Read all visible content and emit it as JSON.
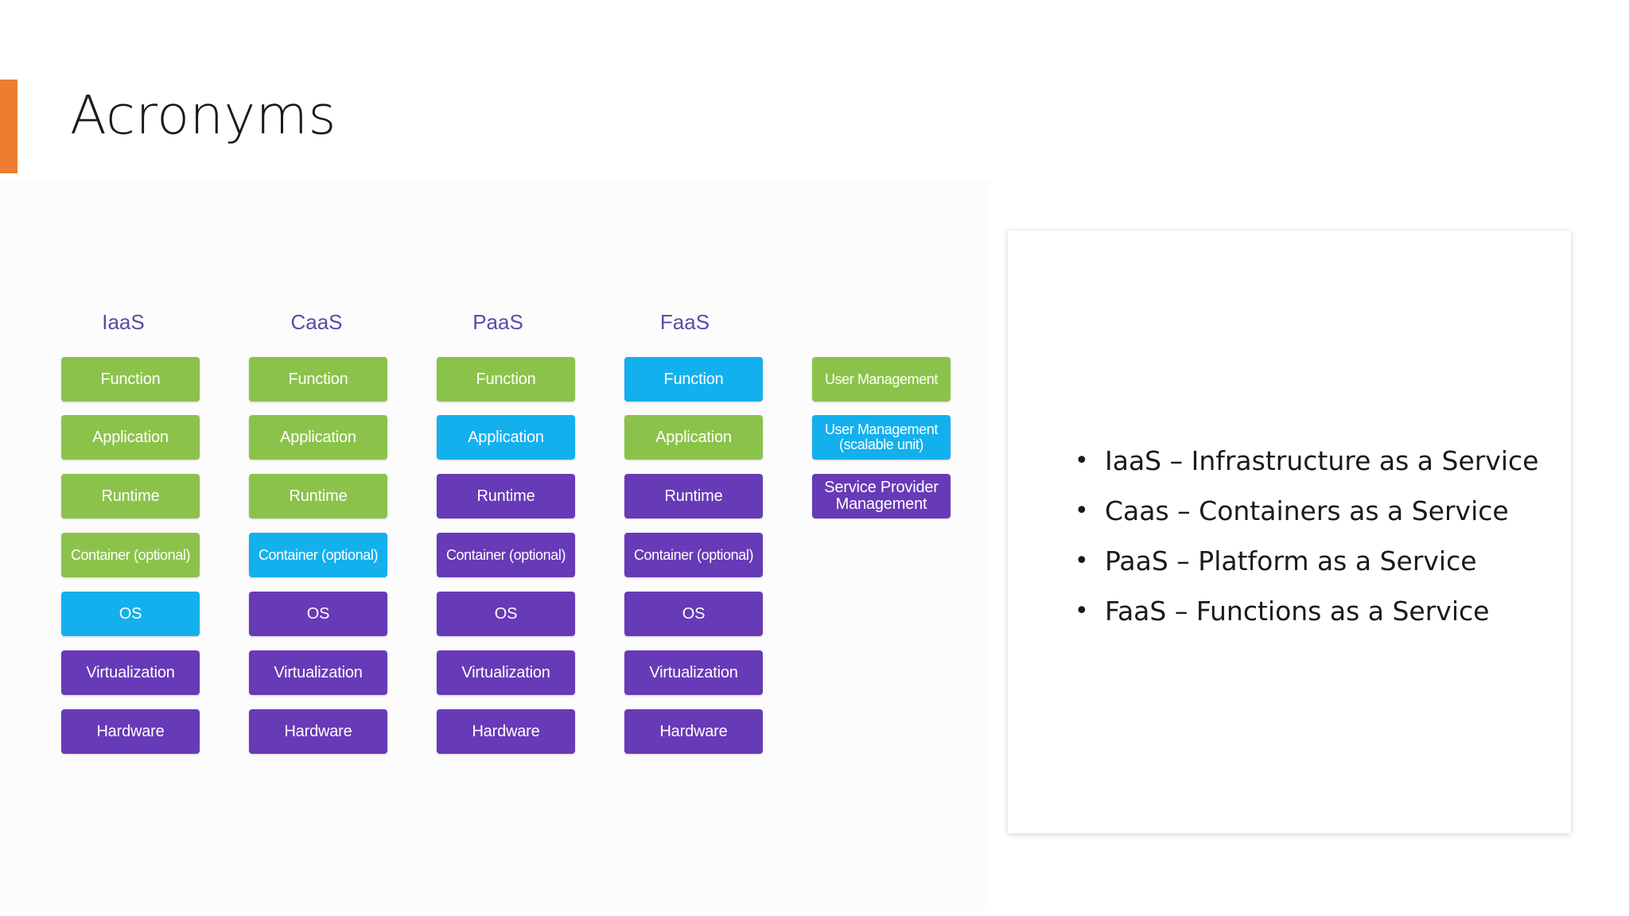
{
  "slide": {
    "title": "Acronyms",
    "accent_color": "#ed7d31"
  },
  "diagram": {
    "colors": {
      "green": "#8bc34a",
      "blue": "#13b0ee",
      "purple": "#673ab7",
      "header": "#5b4aa8"
    },
    "columns": [
      {
        "header": "IaaS",
        "blocks": [
          {
            "label": "Function",
            "color": "green"
          },
          {
            "label": "Application",
            "color": "green"
          },
          {
            "label": "Runtime",
            "color": "green"
          },
          {
            "label": "Container (optional)",
            "color": "green"
          },
          {
            "label": "OS",
            "color": "blue"
          },
          {
            "label": "Virtualization",
            "color": "purple"
          },
          {
            "label": "Hardware",
            "color": "purple"
          }
        ]
      },
      {
        "header": "CaaS",
        "blocks": [
          {
            "label": "Function",
            "color": "green"
          },
          {
            "label": "Application",
            "color": "green"
          },
          {
            "label": "Runtime",
            "color": "green"
          },
          {
            "label": "Container (optional)",
            "color": "blue"
          },
          {
            "label": "OS",
            "color": "purple"
          },
          {
            "label": "Virtualization",
            "color": "purple"
          },
          {
            "label": "Hardware",
            "color": "purple"
          }
        ]
      },
      {
        "header": "PaaS",
        "blocks": [
          {
            "label": "Function",
            "color": "green"
          },
          {
            "label": "Application",
            "color": "blue"
          },
          {
            "label": "Runtime",
            "color": "purple"
          },
          {
            "label": "Container (optional)",
            "color": "purple"
          },
          {
            "label": "OS",
            "color": "purple"
          },
          {
            "label": "Virtualization",
            "color": "purple"
          },
          {
            "label": "Hardware",
            "color": "purple"
          }
        ]
      },
      {
        "header": "FaaS",
        "blocks": [
          {
            "label": "Function",
            "color": "blue"
          },
          {
            "label": "Application",
            "color": "green"
          },
          {
            "label": "Runtime",
            "color": "purple"
          },
          {
            "label": "Container (optional)",
            "color": "purple"
          },
          {
            "label": "OS",
            "color": "purple"
          },
          {
            "label": "Virtualization",
            "color": "purple"
          },
          {
            "label": "Hardware",
            "color": "purple"
          }
        ]
      }
    ],
    "legend_column": [
      {
        "label": "User Management",
        "color": "green"
      },
      {
        "label": "User Management\n(scalable unit)",
        "color": "blue"
      },
      {
        "label": "Service Provider\nManagement",
        "color": "purple"
      }
    ]
  },
  "bullets": [
    "IaaS – Infrastructure as a Service",
    "Caas – Containers as a Service",
    "PaaS – Platform as a Service",
    "FaaS – Functions as a Service"
  ]
}
